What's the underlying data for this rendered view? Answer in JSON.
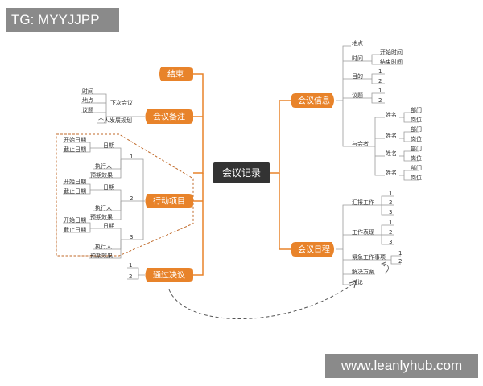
{
  "watermarks": {
    "top": "TG: MYYJJPP",
    "bottom": "www.leanlyhub.com"
  },
  "center": "会议记录",
  "left": {
    "jieshu": "结束",
    "beizhu": {
      "label": "会议备注",
      "items": [
        "时间",
        "地点",
        "议题"
      ],
      "next_meeting": "下次会议",
      "personal_plan": "个人发展规划"
    },
    "xingdong": {
      "label": "行动项目",
      "groups": [
        {
          "num": "1",
          "start": "开始日期",
          "end": "截止日期",
          "date": "日期",
          "exec": "执行人",
          "effect": "预期效果"
        },
        {
          "num": "2",
          "start": "开始日期",
          "end": "截止日期",
          "date": "日期",
          "exec": "执行人",
          "effect": "预期效果"
        },
        {
          "num": "3",
          "start": "开始日期",
          "end": "截止日期",
          "date": "日期",
          "exec": "执行人",
          "effect": "预期效果"
        }
      ]
    },
    "tongguo": {
      "label": "通过决议",
      "items": [
        "1",
        "2"
      ]
    }
  },
  "right": {
    "xinxi": {
      "label": "会议信息",
      "place": "地点",
      "time": "时间",
      "time_children": [
        "开始时间",
        "结束时间"
      ],
      "purpose": "目的",
      "purpose_children": [
        "1",
        "2"
      ],
      "topic": "议题",
      "topic_children": [
        "1",
        "2"
      ],
      "attendees": "与会者",
      "persons": [
        {
          "name": "姓名",
          "dept": "部门",
          "post": "岗位"
        },
        {
          "name": "姓名",
          "dept": "部门",
          "post": "岗位"
        },
        {
          "name": "姓名",
          "dept": "部门",
          "post": "岗位"
        },
        {
          "name": "姓名",
          "dept": "部门",
          "post": "岗位"
        }
      ]
    },
    "richeng": {
      "label": "会议日程",
      "report": "汇报工作",
      "report_children": [
        "1",
        "2",
        "3"
      ],
      "performance": "工作表现",
      "performance_children": [
        "1",
        "2",
        "3"
      ],
      "urgent": "紧急工作事项",
      "urgent_children": [
        "1",
        "2"
      ],
      "solution": "解决方案",
      "discussion": "讨论"
    }
  },
  "colors": {
    "orange": "#e8832a",
    "center": "#333333",
    "line": "#9a9a9a",
    "dashed": "#c06a2a"
  }
}
